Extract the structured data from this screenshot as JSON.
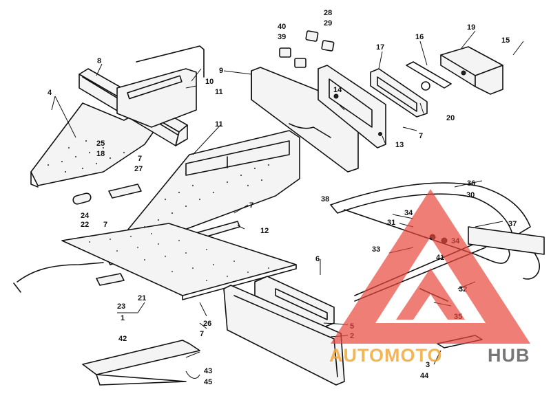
{
  "diagram": {
    "parts": [
      "1",
      "2",
      "3",
      "4",
      "5",
      "6",
      "7",
      "7",
      "7",
      "7",
      "7",
      "8",
      "9",
      "10",
      "11",
      "11",
      "12",
      "13",
      "14",
      "15",
      "16",
      "17",
      "18",
      "19",
      "20",
      "21",
      "22",
      "23",
      "24",
      "25",
      "26",
      "27",
      "28",
      "29",
      "30",
      "31",
      "32",
      "33",
      "34",
      "34",
      "35",
      "36",
      "37",
      "38",
      "39",
      "40",
      "41",
      "42",
      "43",
      "44",
      "45"
    ]
  },
  "watermark": {
    "word_auto": "AUTO",
    "word_moto": "MOTO",
    "word_hub": "HUB",
    "color_orange": "#f2a531",
    "color_red": "#e8453c",
    "color_gray": "#5a5a5a"
  }
}
